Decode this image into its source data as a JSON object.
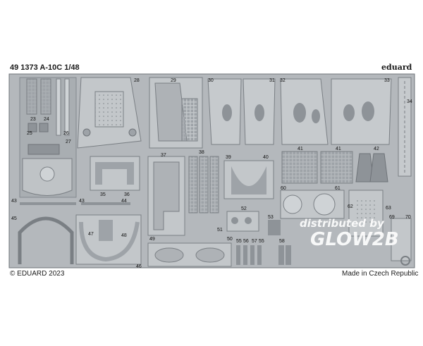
{
  "header": {
    "product_title": "49 1373 A-10C 1/48",
    "brand": "eduard"
  },
  "footer": {
    "copyright": "© EDUARD 2023",
    "origin": "Made in Czech Republic"
  },
  "watermark": {
    "line1": "distributed by",
    "line2": "GLOW2B"
  },
  "part_numbers": [
    "23",
    "24",
    "25",
    "26",
    "27",
    "28",
    "29",
    "30",
    "31",
    "32",
    "33",
    "34",
    "35",
    "36",
    "37",
    "38",
    "39",
    "40",
    "41",
    "41",
    "42",
    "43",
    "43",
    "44",
    "45",
    "46",
    "47",
    "48",
    "49",
    "50",
    "51",
    "52",
    "53",
    "55",
    "56",
    "57",
    "55",
    "58",
    "60",
    "61",
    "62",
    "63",
    "69",
    "70"
  ],
  "colors": {
    "fret": "#b4b8bc",
    "fret_edge": "#6e7378",
    "part_dark": "#8e9398",
    "part_light": "#d4d8db"
  }
}
